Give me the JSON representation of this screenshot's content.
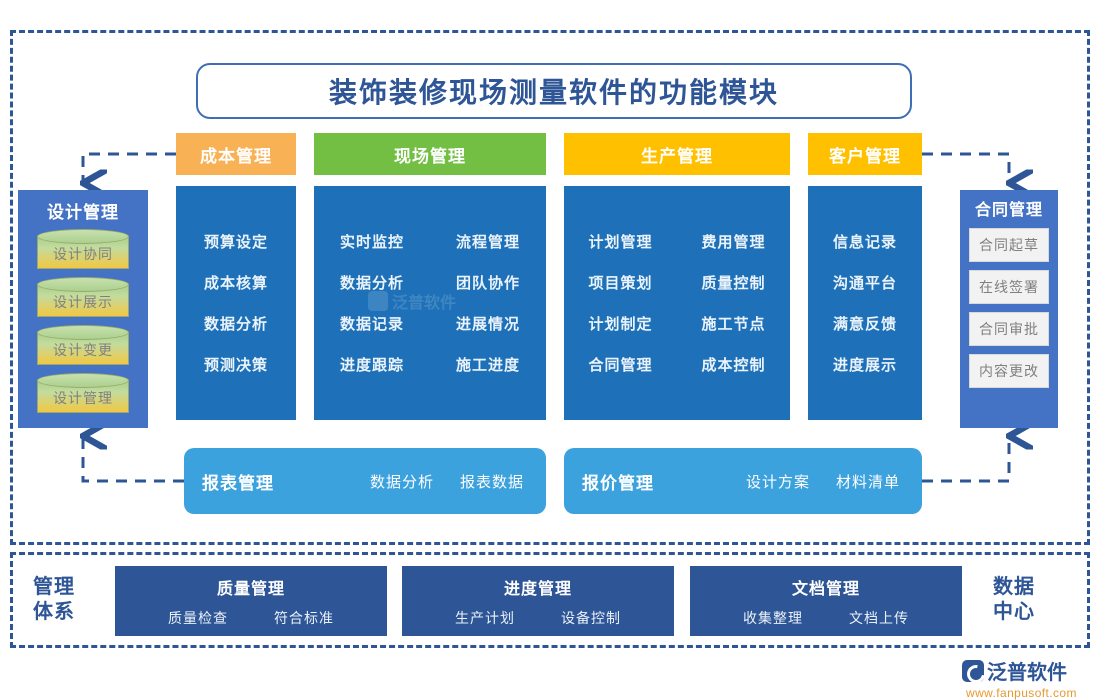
{
  "title": "装饰装修现场测量软件的功能模块",
  "tabs": [
    {
      "label": "成本管理",
      "color": "#F9B156"
    },
    {
      "label": "现场管理",
      "color": "#72BF44"
    },
    {
      "label": "生产管理",
      "color": "#FFC000"
    },
    {
      "label": "客户管理",
      "color": "#FFC000"
    }
  ],
  "columns": {
    "cost": {
      "groups": [
        [
          "预算设定",
          "成本核算",
          "数据分析",
          "预测决策"
        ]
      ]
    },
    "site": {
      "groups": [
        [
          "实时监控",
          "数据分析",
          "数据记录",
          "进度跟踪"
        ],
        [
          "流程管理",
          "团队协作",
          "进展情况",
          "施工进度"
        ]
      ]
    },
    "prod": {
      "groups": [
        [
          "计划管理",
          "项目策划",
          "计划制定",
          "合同管理"
        ],
        [
          "费用管理",
          "质量控制",
          "施工节点",
          "成本控制"
        ]
      ]
    },
    "cust": {
      "groups": [
        [
          "信息记录",
          "沟通平台",
          "满意反馈",
          "进度展示"
        ]
      ]
    }
  },
  "watermark": {
    "text": "泛普软件"
  },
  "design_panel": {
    "title": "设计管理",
    "items": [
      "设计协同",
      "设计展示",
      "设计变更",
      "设计管理"
    ],
    "color": "#4472C4"
  },
  "contract_panel": {
    "title": "合同管理",
    "items": [
      "合同起草",
      "在线签署",
      "合同审批",
      "内容更改"
    ],
    "color": "#4472C4"
  },
  "report_rows": [
    {
      "head": "报表管理",
      "items": [
        "数据分析",
        "报表数据"
      ],
      "color": "#3CA2DE"
    },
    {
      "head": "报价管理",
      "items": [
        "设计方案",
        "材料清单"
      ],
      "color": "#3CA2DE"
    }
  ],
  "bottom": {
    "left_label": "管理\n体系",
    "left_label_line1": "管理",
    "left_label_line2": "体系",
    "right_label_line1": "数据",
    "right_label_line2": "中心",
    "blocks": [
      {
        "head": "质量管理",
        "items": [
          "质量检查",
          "符合标准"
        ]
      },
      {
        "head": "进度管理",
        "items": [
          "生产计划",
          "设备控制"
        ]
      },
      {
        "head": "文档管理",
        "items": [
          "收集整理",
          "文档上传"
        ]
      }
    ],
    "color": "#2E5596"
  },
  "logo": {
    "brand": "泛普软件",
    "url": "www.fanpusoft.com",
    "brand_color": "#2E5596",
    "url_color": "#E8992E"
  }
}
